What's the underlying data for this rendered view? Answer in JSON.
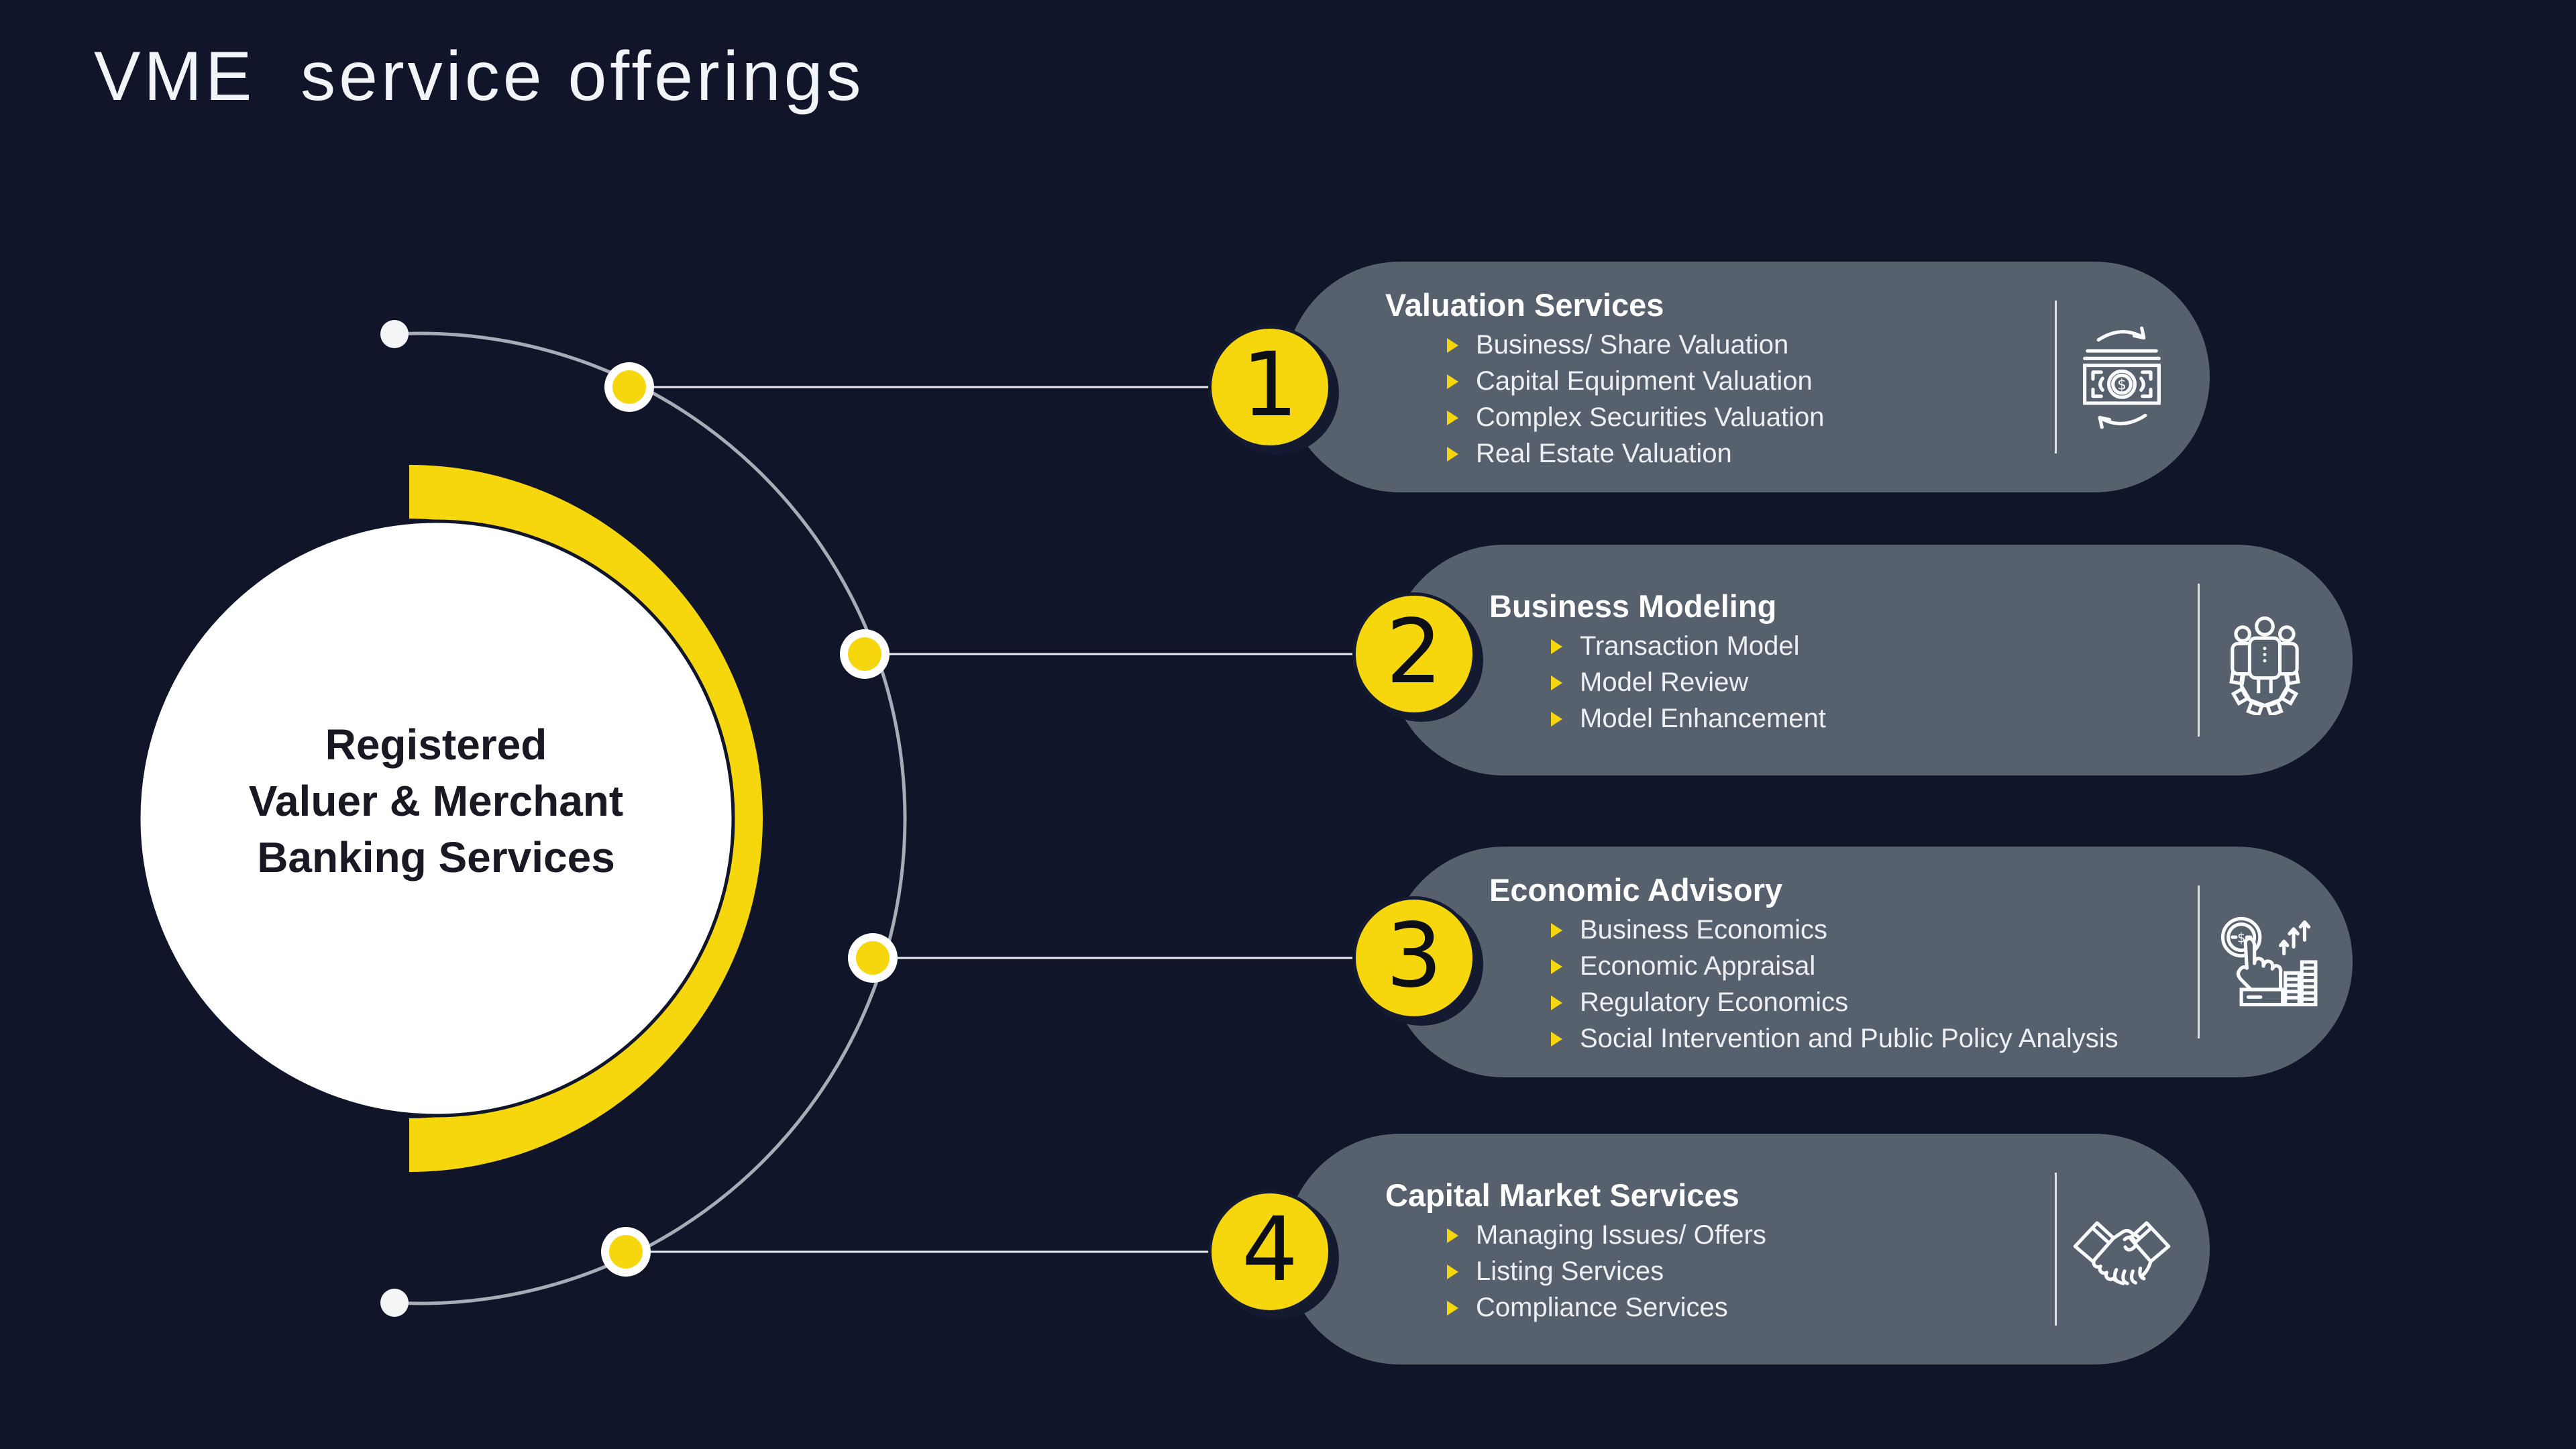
{
  "slide": {
    "title": "VME  service offerings",
    "colors": {
      "background": "#10152a",
      "card": "#57606d",
      "accent_yellow": "#f6d70d",
      "text_light": "#f2f4f7",
      "ink": "#191923"
    },
    "center": {
      "label": "Registered\nValuer & Merchant\nBanking Services"
    },
    "glyphs": {
      "dollar": "$"
    },
    "cards": [
      {
        "number": "1",
        "title": "Valuation Services",
        "items": [
          "Business/ Share Valuation",
          "Capital Equipment Valuation",
          "Complex Securities Valuation",
          "Real Estate Valuation"
        ],
        "icon": "currency-exchange-icon"
      },
      {
        "number": "2",
        "title": "Business Modeling",
        "items": [
          "Transaction Model",
          "Model Review",
          "Model Enhancement"
        ],
        "icon": "team-gear-icon"
      },
      {
        "number": "3",
        "title": "Economic Advisory",
        "items": [
          "Business Economics",
          "Economic Appraisal",
          "Regulatory Economics",
          "Social Intervention and Public Policy Analysis"
        ],
        "icon": "growth-hand-icon"
      },
      {
        "number": "4",
        "title": "Capital Market Services",
        "items": [
          "Managing Issues/ Offers",
          "Listing Services",
          "Compliance Services"
        ],
        "icon": "handshake-icon"
      }
    ]
  }
}
